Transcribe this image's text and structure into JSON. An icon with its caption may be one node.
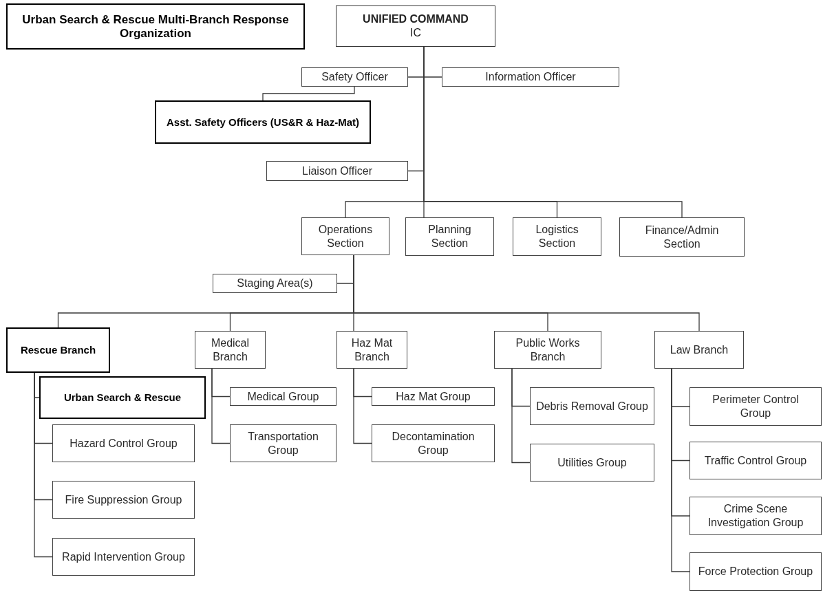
{
  "diagram": {
    "nodes": [
      {
        "text": [
          "Urban Search & Rescue Multi-Branch Response Organization"
        ]
      },
      {
        "text": [
          "UNIFIED COMMAND",
          "IC"
        ]
      },
      {
        "text": [
          "Safety Officer"
        ]
      },
      {
        "text": [
          "Information Officer"
        ]
      },
      {
        "text": [
          "Asst. Safety Officers (US&R & Haz-Mat)"
        ]
      },
      {
        "text": [
          "Liaison Officer"
        ]
      },
      {
        "text": [
          "Operations Section"
        ]
      },
      {
        "text": [
          "Planning Section"
        ]
      },
      {
        "text": [
          "Logistics Section"
        ]
      },
      {
        "text": [
          "Finance/Admin Section"
        ]
      },
      {
        "text": [
          "Staging Area(s)"
        ]
      },
      {
        "text": [
          "Rescue Branch"
        ]
      },
      {
        "text": [
          "Medical Branch"
        ]
      },
      {
        "text": [
          "Haz Mat Branch"
        ]
      },
      {
        "text": [
          "Public Works Branch"
        ]
      },
      {
        "text": [
          "Law Branch"
        ]
      },
      {
        "text": [
          "Urban Search & Rescue"
        ]
      },
      {
        "text": [
          "Hazard Control Group"
        ]
      },
      {
        "text": [
          "Fire Suppression Group"
        ]
      },
      {
        "text": [
          "Rapid Intervention Group"
        ]
      },
      {
        "text": [
          "Medical Group"
        ]
      },
      {
        "text": [
          "Transportation Group"
        ]
      },
      {
        "text": [
          "Haz Mat Group"
        ]
      },
      {
        "text": [
          "Decontamination Group"
        ]
      },
      {
        "text": [
          "Debris Removal Group"
        ]
      },
      {
        "text": [
          "Utilities Group"
        ]
      },
      {
        "text": [
          "Perimeter Control Group"
        ]
      },
      {
        "text": [
          "Traffic Control Group"
        ]
      },
      {
        "text": [
          "Crime Scene Investigation Group"
        ]
      },
      {
        "text": [
          "Force Protection Group"
        ]
      }
    ],
    "edges": [
      {
        "from": 1,
        "to": 2,
        "arrow": "none"
      },
      {
        "from": 1,
        "to": 3,
        "arrow": "none"
      },
      {
        "from": 2,
        "to": 4,
        "arrow": "none"
      },
      {
        "from": 1,
        "to": 5,
        "arrow": "none"
      },
      {
        "from": 1,
        "to": 6,
        "arrow": "none"
      },
      {
        "from": 1,
        "to": 7,
        "arrow": "none"
      },
      {
        "from": 1,
        "to": 8,
        "arrow": "none"
      },
      {
        "from": 1,
        "to": 9,
        "arrow": "none"
      },
      {
        "from": 6,
        "to": 10,
        "arrow": "none"
      },
      {
        "from": 6,
        "to": 11,
        "arrow": "none"
      },
      {
        "from": 6,
        "to": 12,
        "arrow": "none"
      },
      {
        "from": 6,
        "to": 13,
        "arrow": "none"
      },
      {
        "from": 6,
        "to": 14,
        "arrow": "none"
      },
      {
        "from": 6,
        "to": 15,
        "arrow": "none"
      },
      {
        "from": 11,
        "to": 16,
        "arrow": "none"
      },
      {
        "from": 11,
        "to": 17,
        "arrow": "none"
      },
      {
        "from": 11,
        "to": 18,
        "arrow": "none"
      },
      {
        "from": 11,
        "to": 19,
        "arrow": "none"
      },
      {
        "from": 12,
        "to": 20,
        "arrow": "none"
      },
      {
        "from": 12,
        "to": 21,
        "arrow": "none"
      },
      {
        "from": 13,
        "to": 22,
        "arrow": "none"
      },
      {
        "from": 13,
        "to": 23,
        "arrow": "none"
      },
      {
        "from": 14,
        "to": 24,
        "arrow": "none"
      },
      {
        "from": 14,
        "to": 25,
        "arrow": "none"
      },
      {
        "from": 15,
        "to": 26,
        "arrow": "none"
      },
      {
        "from": 15,
        "to": 27,
        "arrow": "none"
      },
      {
        "from": 15,
        "to": 28,
        "arrow": "none"
      },
      {
        "from": 15,
        "to": 29,
        "arrow": "none"
      }
    ]
  }
}
